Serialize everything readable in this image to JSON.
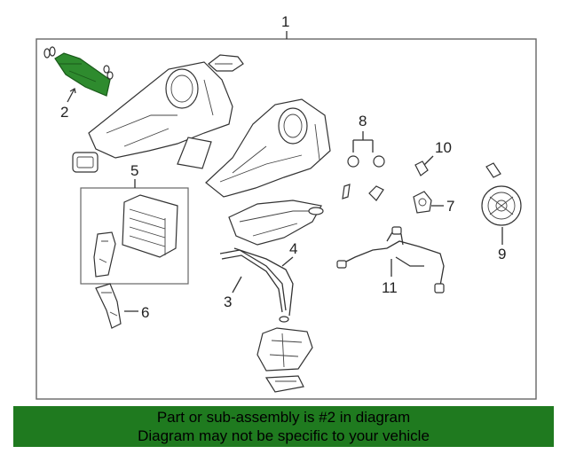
{
  "callouts": {
    "c1": "1",
    "c2": "2",
    "c3": "3",
    "c4": "4",
    "c5": "5",
    "c6": "6",
    "c7": "7",
    "c8": "8",
    "c9": "9",
    "c10": "10",
    "c11": "11"
  },
  "footer": {
    "line1": "Part or sub-assembly is #2 in diagram",
    "line2": "Diagram may not be specific to your vehicle"
  },
  "colors": {
    "highlight": "#2e8b2e",
    "footer_bg": "#1f7a1f"
  }
}
